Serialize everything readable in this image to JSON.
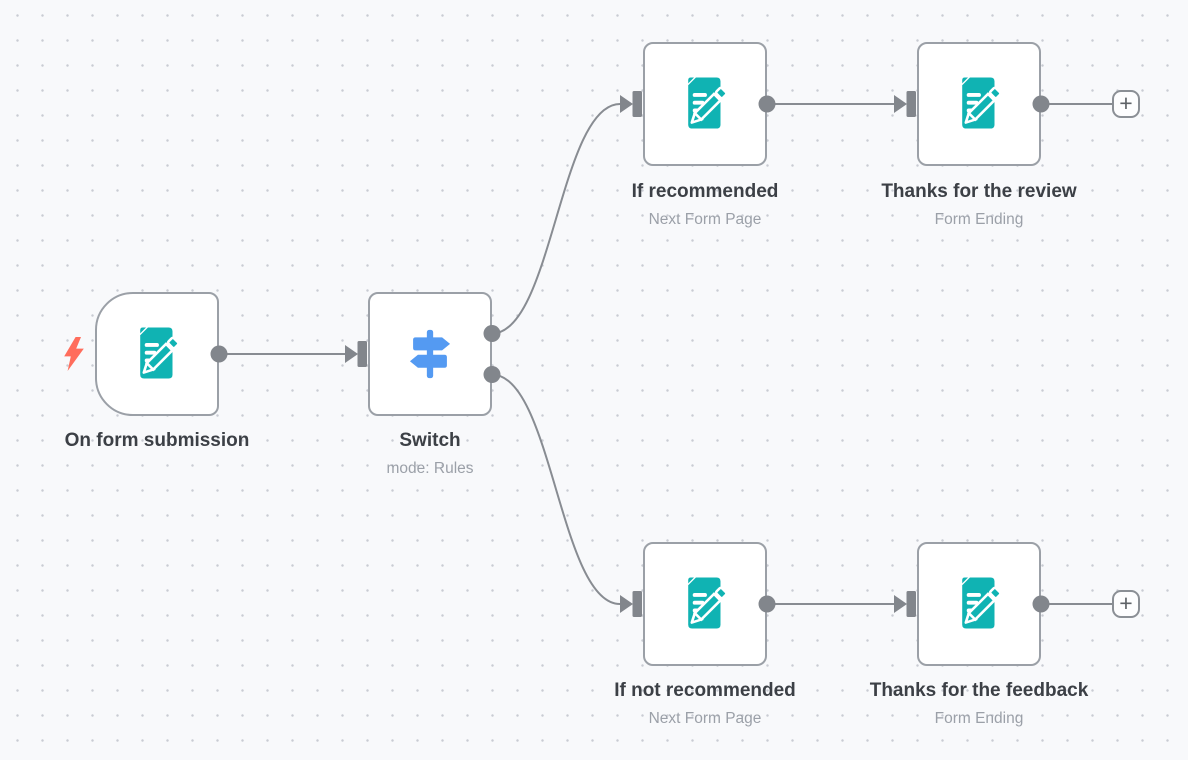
{
  "app": {
    "name": "workflow-canvas"
  },
  "canvas": {
    "background": "#f8f9fb",
    "grid_dot_color": "#c9ccd3",
    "connector_color": "#888c92",
    "node_border_color": "#9ba0a7",
    "node_background": "#ffffff"
  },
  "colors": {
    "form_icon_teal": "#10b3b3",
    "switch_icon_blue": "#549af2",
    "trigger_bolt_coral": "#ff6d5c",
    "title_text": "#3c4046",
    "subtitle_text": "#9ba0a8"
  },
  "nodes": [
    {
      "id": "on-form-submission",
      "title": "On form submission",
      "subtitle": "",
      "icon": "form-pencil-icon",
      "kind": "trigger"
    },
    {
      "id": "switch",
      "title": "Switch",
      "subtitle": "mode: Rules",
      "icon": "switch-signpost-icon",
      "kind": "action",
      "outputs": 2
    },
    {
      "id": "if-recommended",
      "title": "If recommended",
      "subtitle": "Next Form Page",
      "icon": "form-pencil-icon",
      "kind": "action"
    },
    {
      "id": "thanks-for-the-review",
      "title": "Thanks for the review",
      "subtitle": "Form Ending",
      "icon": "form-pencil-icon",
      "kind": "action"
    },
    {
      "id": "if-not-recommended",
      "title": "If not recommended",
      "subtitle": "Next Form Page",
      "icon": "form-pencil-icon",
      "kind": "action"
    },
    {
      "id": "thanks-for-the-feedback",
      "title": "Thanks for the feedback",
      "subtitle": "Form Ending",
      "icon": "form-pencil-icon",
      "kind": "action"
    }
  ],
  "connections": [
    {
      "from": "on-form-submission",
      "to": "switch"
    },
    {
      "from": "switch",
      "output": 0,
      "to": "if-recommended"
    },
    {
      "from": "switch",
      "output": 1,
      "to": "if-not-recommended"
    },
    {
      "from": "if-recommended",
      "to": "thanks-for-the-review"
    },
    {
      "from": "thanks-for-the-review",
      "to": "add-node-button-top"
    },
    {
      "from": "if-not-recommended",
      "to": "thanks-for-the-feedback"
    },
    {
      "from": "thanks-for-the-feedback",
      "to": "add-node-button-bottom"
    }
  ],
  "add_node_button": {
    "label": "+"
  }
}
